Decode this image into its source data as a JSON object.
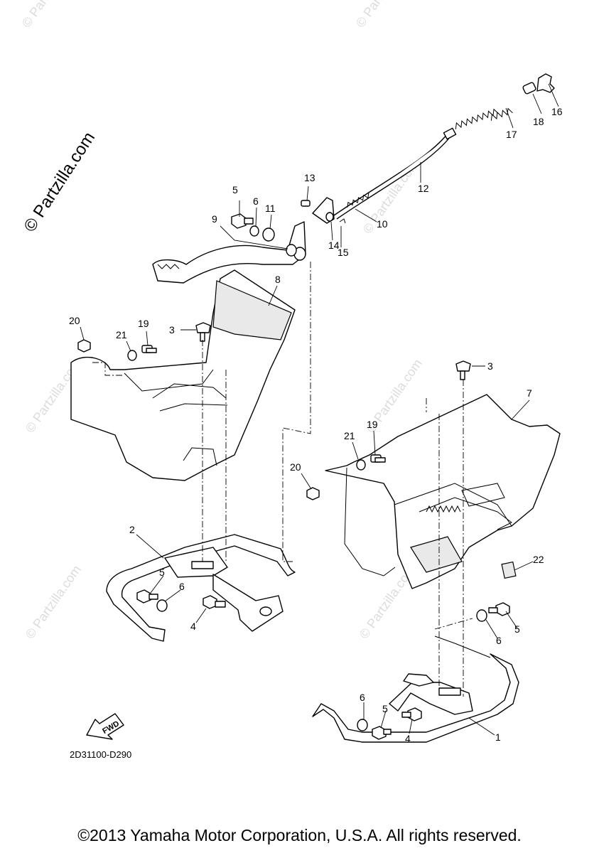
{
  "watermark": {
    "brand": "© Partzilla.com",
    "faint": "© Partzilla.com"
  },
  "diagram": {
    "code": "2D31100-D290",
    "fwd_label": "FWD"
  },
  "callouts": {
    "c1": "1",
    "c2": "2",
    "c3a": "3",
    "c3b": "3",
    "c4a": "4",
    "c4b": "4",
    "c5a": "5",
    "c5b": "5",
    "c5c": "5",
    "c5d": "5",
    "c6a": "6",
    "c6b": "6",
    "c6c": "6",
    "c6d": "6",
    "c7": "7",
    "c8": "8",
    "c9": "9",
    "c10": "10",
    "c11": "11",
    "c12": "12",
    "c13": "13",
    "c14": "14",
    "c15": "15",
    "c16": "16",
    "c17": "17",
    "c18": "18",
    "c19a": "19",
    "c19b": "19",
    "c20a": "20",
    "c20b": "20",
    "c21a": "21",
    "c21b": "21",
    "c22": "22"
  },
  "copyright": "©2013 Yamaha Motor Corporation, U.S.A. All rights reserved."
}
